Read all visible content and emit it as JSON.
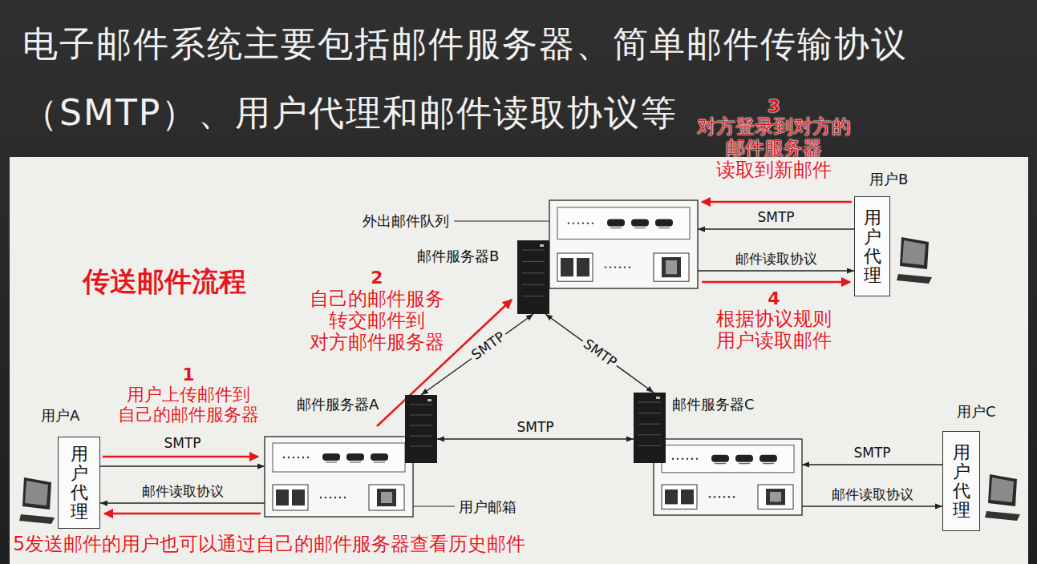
{
  "diagram": {
    "title": "电子邮件系统主要包括邮件服务器、简单邮件传输协议 （SMTP）、用户代理和邮件读取协议等",
    "nodes": [
      {
        "text": [
          "邮件服务器B"
        ]
      },
      {
        "text": [
          "用户B",
          "用户代理"
        ]
      },
      {
        "text": [
          "邮件服务器A"
        ]
      },
      {
        "text": [
          "用户A",
          "用户代理"
        ]
      },
      {
        "text": [
          "邮件服务器C"
        ]
      },
      {
        "text": [
          "用户C",
          "用户代理"
        ]
      }
    ],
    "edges": [
      {
        "from": 3,
        "to": 2,
        "arrow": "to",
        "label": "SMTP"
      },
      {
        "from": 2,
        "to": 3,
        "arrow": "to",
        "label": "邮件读取协议"
      },
      {
        "from": 2,
        "to": 0,
        "arrow": "both",
        "label": "SMTP"
      },
      {
        "from": 0,
        "to": 4,
        "arrow": "both",
        "label": "SMTP"
      },
      {
        "from": 2,
        "to": 4,
        "arrow": "both",
        "label": "SMTP"
      },
      {
        "from": 1,
        "to": 0,
        "arrow": "to",
        "label": "SMTP"
      },
      {
        "from": 0,
        "to": 1,
        "arrow": "to",
        "label": "邮件读取协议"
      },
      {
        "from": 5,
        "to": 4,
        "arrow": "to",
        "label": "SMTP"
      },
      {
        "from": 4,
        "to": 5,
        "arrow": "to",
        "label": "邮件读取协议"
      }
    ],
    "labels": [
      "外出邮件队列",
      "用户邮箱",
      "传送邮件流程",
      "1",
      "用户上传邮件到 自己的邮件服务器",
      "2",
      "自己的邮件服务 转交邮件到 对方邮件服务器",
      "3",
      "对方登录到对方的 邮件服务器 读取到新邮件",
      "4",
      "根据协议规则 用户读取邮件",
      "5发送邮件的用户也可以通过自己的邮件服务器查看历史邮件"
    ]
  }
}
